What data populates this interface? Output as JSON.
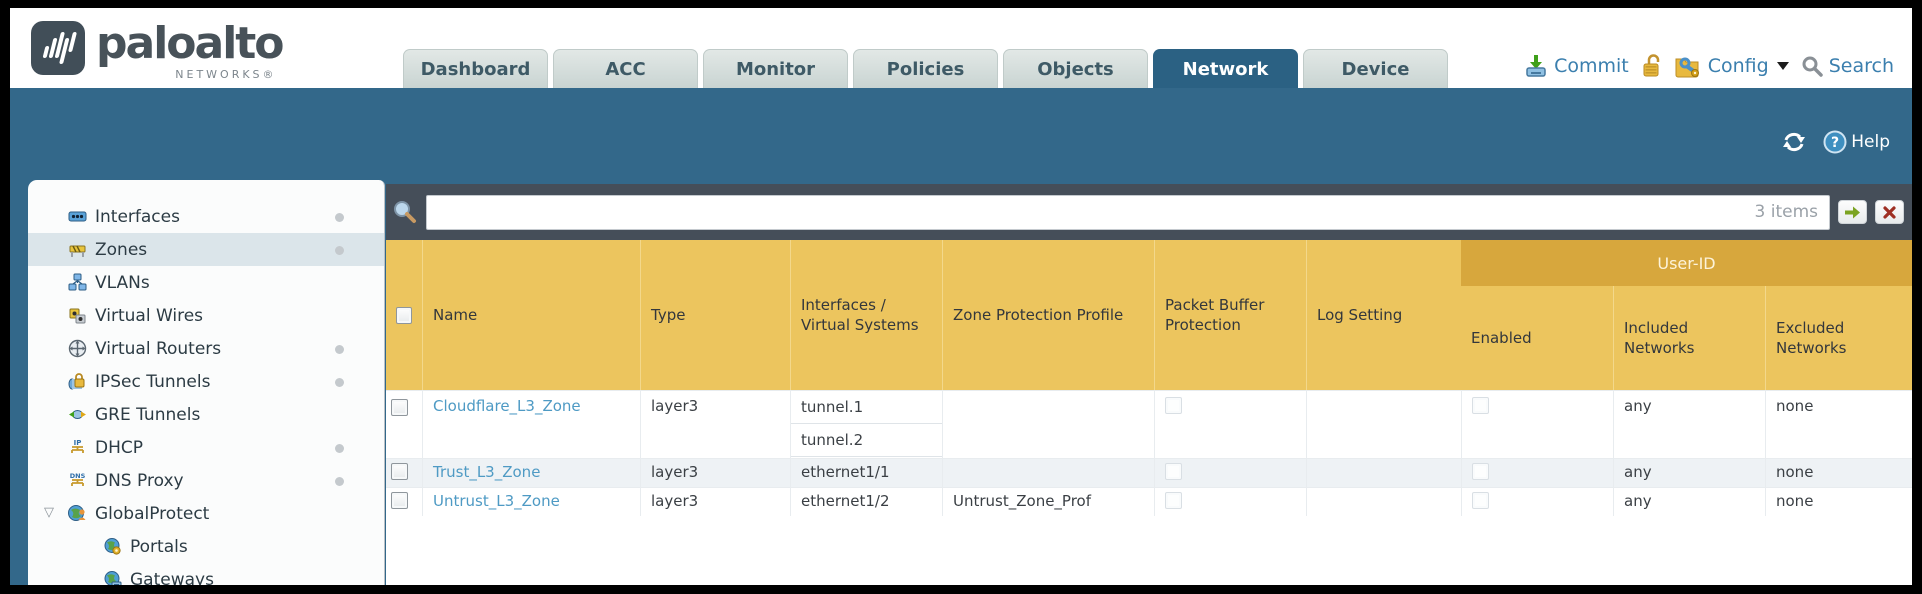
{
  "header": {
    "brand": "paloalto",
    "brand_sub": "NETWORKS®",
    "tabs": [
      {
        "label": "Dashboard",
        "active": false
      },
      {
        "label": "ACC",
        "active": false
      },
      {
        "label": "Monitor",
        "active": false
      },
      {
        "label": "Policies",
        "active": false
      },
      {
        "label": "Objects",
        "active": false
      },
      {
        "label": "Network",
        "active": true
      },
      {
        "label": "Device",
        "active": false
      }
    ],
    "actions": {
      "commit": "Commit",
      "config": "Config",
      "search": "Search"
    }
  },
  "toolbar": {
    "help_label": "Help"
  },
  "sidebar": {
    "items": [
      {
        "label": "Interfaces",
        "dot": true
      },
      {
        "label": "Zones",
        "dot": true,
        "selected": true
      },
      {
        "label": "VLANs",
        "dot": false
      },
      {
        "label": "Virtual Wires",
        "dot": false
      },
      {
        "label": "Virtual Routers",
        "dot": true
      },
      {
        "label": "IPSec Tunnels",
        "dot": true
      },
      {
        "label": "GRE Tunnels",
        "dot": false
      },
      {
        "label": "DHCP",
        "dot": true
      },
      {
        "label": "DNS Proxy",
        "dot": true
      },
      {
        "label": "GlobalProtect",
        "dot": false,
        "expanded": true,
        "children": [
          {
            "label": "Portals"
          },
          {
            "label": "Gateways"
          }
        ]
      }
    ]
  },
  "search": {
    "value": "",
    "count": "3 items"
  },
  "table": {
    "columns": {
      "name": "Name",
      "type": "Type",
      "interfaces": "Interfaces / Virtual Systems",
      "zone_protection_profile": "Zone Protection Profile",
      "packet_buffer_protection": "Packet Buffer Protection",
      "log_setting": "Log Setting"
    },
    "group_header": "User-ID",
    "user_id_columns": {
      "enabled": "Enabled",
      "included_networks": "Included Networks",
      "excluded_networks": "Excluded Networks"
    },
    "rows": [
      {
        "name": "Cloudflare_L3_Zone",
        "type": "layer3",
        "interfaces": [
          "tunnel.1",
          "tunnel.2"
        ],
        "zone_protection_profile": "",
        "packet_buffer_protection": false,
        "log_setting": "",
        "enabled": false,
        "included_networks": "any",
        "excluded_networks": "none"
      },
      {
        "name": "Trust_L3_Zone",
        "type": "layer3",
        "interfaces": [
          "ethernet1/1"
        ],
        "zone_protection_profile": "",
        "packet_buffer_protection": false,
        "log_setting": "",
        "enabled": false,
        "included_networks": "any",
        "excluded_networks": "none"
      },
      {
        "name": "Untrust_L3_Zone",
        "type": "layer3",
        "interfaces": [
          "ethernet1/2"
        ],
        "zone_protection_profile": "Untrust_Zone_Prof",
        "packet_buffer_protection": false,
        "log_setting": "",
        "enabled": false,
        "included_networks": "any",
        "excluded_networks": "none"
      }
    ]
  },
  "colors": {
    "teal_band": "#33688a",
    "active_tab": "#2b6183",
    "gold_header": "#ecc55e",
    "gold_group_band": "#d7a73d",
    "dark_strip": "#454e59",
    "link_blue": "#4e9ac4",
    "action_blue": "#3b7fae",
    "row_alt": "#eef2f5"
  }
}
